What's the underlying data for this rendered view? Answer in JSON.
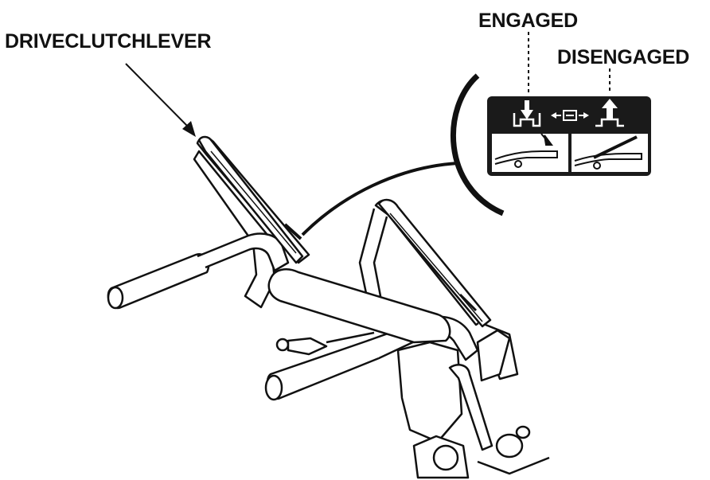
{
  "labels": {
    "drive_clutch_lever": "DRIVECLUTCHLEVER",
    "engaged": "ENGAGED",
    "disengaged": "DISENGAGED"
  },
  "colors": {
    "ink": "#111111",
    "paper": "#ffffff",
    "decal": "#1a1a1a"
  },
  "icons": {
    "engage": "arrow-down-icon",
    "disengage": "arrow-up-icon",
    "transmission": "gear-box-icon"
  }
}
